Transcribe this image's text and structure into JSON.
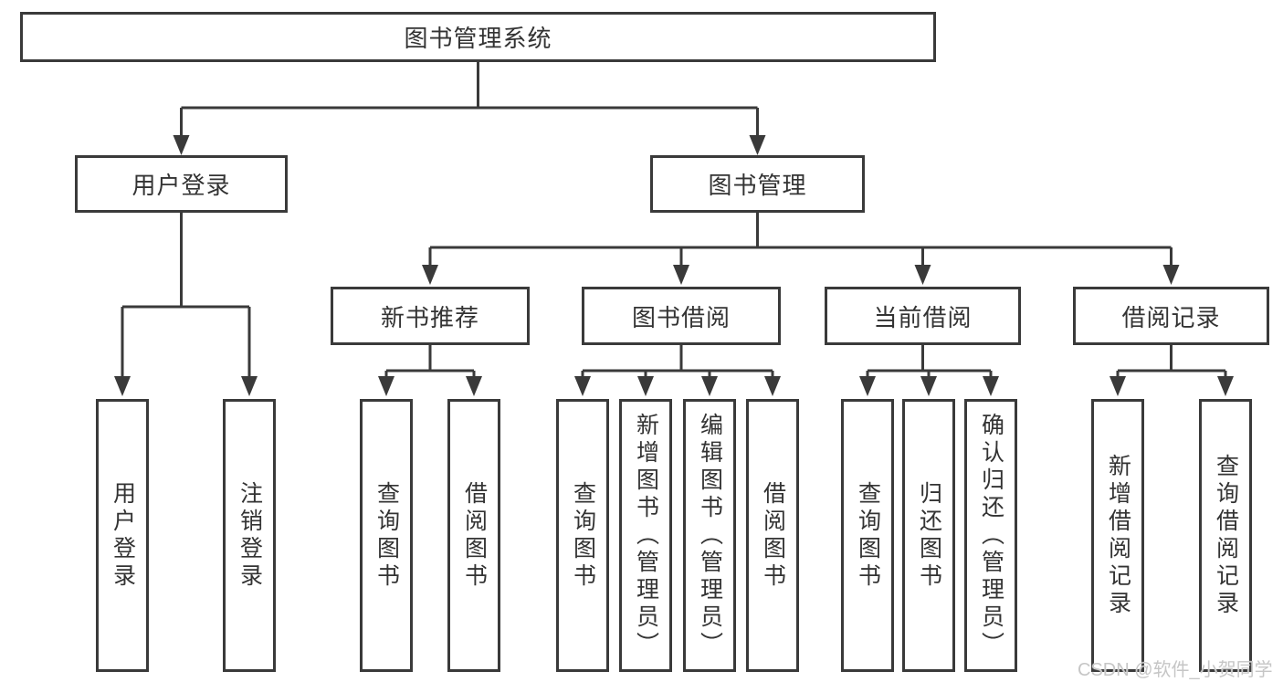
{
  "diagram_title": "图书管理系统",
  "tree": {
    "root": {
      "label": "图书管理系统",
      "children": [
        {
          "label": "用户登录",
          "children": [
            {
              "label": "用户登录"
            },
            {
              "label": "注销登录"
            }
          ]
        },
        {
          "label": "图书管理",
          "children": [
            {
              "label": "新书推荐",
              "children": [
                {
                  "label": "查询图书"
                },
                {
                  "label": "借阅图书"
                }
              ]
            },
            {
              "label": "图书借阅",
              "children": [
                {
                  "label": "查询图书"
                },
                {
                  "label": "新增图书（管理员）"
                },
                {
                  "label": "编辑图书（管理员）"
                },
                {
                  "label": "借阅图书"
                }
              ]
            },
            {
              "label": "当前借阅",
              "children": [
                {
                  "label": "查询图书"
                },
                {
                  "label": "归还图书"
                },
                {
                  "label": "确认归还（管理员）"
                }
              ]
            },
            {
              "label": "借阅记录",
              "children": [
                {
                  "label": "新增借阅记录"
                },
                {
                  "label": "查询借阅记录"
                }
              ]
            }
          ]
        }
      ]
    }
  },
  "watermark": {
    "text": "CSDN @软件_小贺同学"
  },
  "colors": {
    "line": "#3a3a3a",
    "text": "#333333",
    "background": "#ffffff",
    "watermark": "#c6c6c6"
  }
}
